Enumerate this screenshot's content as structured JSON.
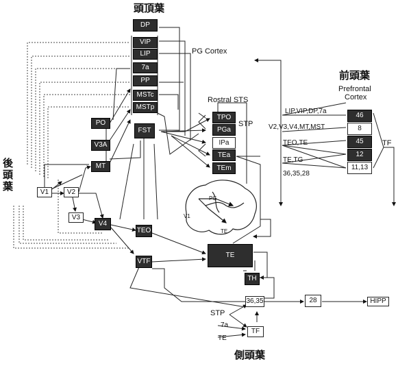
{
  "regions": {
    "parietal": "頭頂葉",
    "occipital": "後頭葉",
    "frontal": "前頭葉",
    "temporal": "側頭葉",
    "pg_cortex": "PG Cortex",
    "rostral_sts": "Rostral STS",
    "stp": "STP",
    "prefrontal": "Prefrontal",
    "cortex": "Cortex"
  },
  "areas": {
    "dp": "DP",
    "vip": "VIP",
    "lip": "LIP",
    "a7": "7a",
    "pp": "PP",
    "mstc": "MSTc",
    "mstp": "MSTp",
    "po": "PO",
    "v3a": "V3A",
    "mt": "MT",
    "v1": "V1",
    "v2": "V2",
    "v3": "V3",
    "v4": "V4",
    "fst": "FST",
    "tpo": "TPO",
    "pga": "PGa",
    "ipa": "IPa",
    "tea": "TEa",
    "tem": "TEm",
    "teo": "TEO",
    "vtf": "VTF",
    "te": "TE",
    "th": "TH",
    "a3635": "36,35",
    "a28": "28",
    "hipp": "HIPP",
    "tf": "TF",
    "pf46": "46",
    "pf8": "8",
    "pf45": "45",
    "pf12": "12",
    "pf1113": "11,13"
  },
  "labels": {
    "lip_vip_dp_7a": "LIP,VIP,DP,7a",
    "v2_v3_v4_mt_mst": "V2,V3,V4,MT,MST",
    "teo_te": "TEO,TE",
    "te_tg": "TE,TG",
    "a363528": "36,35,28",
    "tf_right": "TF",
    "stp_bottom": "STP",
    "a7a_bottom": "7a",
    "te_bottom": "TE",
    "brain_pg": "PG",
    "brain_v1": "V1",
    "brain_te": "TE"
  }
}
